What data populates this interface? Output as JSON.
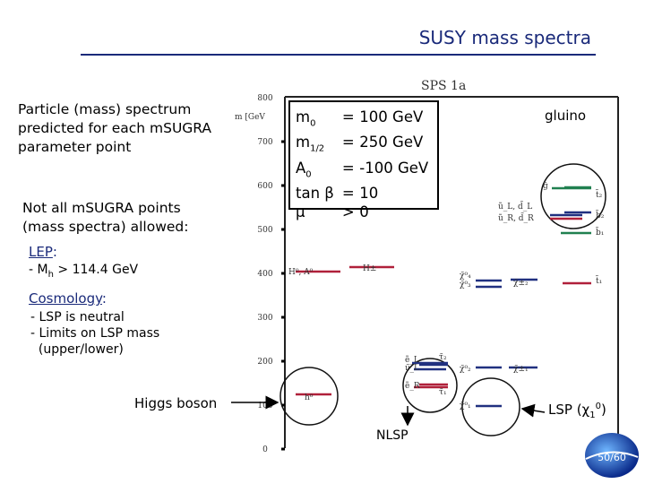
{
  "title": "SUSY mass spectra",
  "intro_text": "Particle (mass) spectrum\npredicted for each mSUGRA\nparameter point",
  "not_all_text": "Not all mSUGRA points\n(mass spectra) allowed:",
  "lep": {
    "heading": "LEP",
    "bullet": "- M",
    "bullet_sub": "h",
    "bullet_rest": " > 114.4 GeV"
  },
  "cosmology": {
    "heading": "Cosmology",
    "bullets": "- LSP is neutral\n- Limits on LSP mass\n  (upper/lower)"
  },
  "higgs_label": "Higgs boson",
  "plot": {
    "title": "SPS 1a",
    "unit_label": "m [GeV",
    "y_ticks": [
      "800",
      "700",
      "600",
      "500",
      "400",
      "300",
      "200",
      "100",
      "0"
    ],
    "params": [
      {
        "name": "m",
        "sub": "0",
        "eq": "=",
        "value": "100 GeV"
      },
      {
        "name": "m",
        "sub": "1/2",
        "eq": "=",
        "value": "250 GeV"
      },
      {
        "name": "A",
        "sub": "0",
        "eq": "=",
        "value": "-100 GeV"
      },
      {
        "name": "tan β",
        "sub": "",
        "eq": "=",
        "value": "10"
      },
      {
        "name": "μ",
        "sub": "",
        "eq": ">",
        "value": "0"
      }
    ],
    "gluino_label": "gluino",
    "lsp_label": "LSP (χ",
    "lsp_sub": "1",
    "lsp_sup": "0",
    "lsp_close": ")",
    "nlsp_label": "NLSP",
    "particle_labels": {
      "h0": "h⁰",
      "H0A0": "H⁰, A⁰",
      "Hpm": "H±",
      "eL": "ẽ_L",
      "nuL": "ν̃_L",
      "eR": "ẽ_R",
      "tau2": "τ̃₂",
      "tau1": "τ̃₁",
      "chi3": "χ̃⁰₃",
      "chi4": "χ̃⁰₄",
      "chi2pm": "χ̃±₂",
      "chi02": "χ̃⁰₂",
      "chi1pm": "χ̃±₁",
      "chi01": "χ̃⁰₁",
      "uL": "ũ_L, d̃_L",
      "uR": "ũ_R, d̃_R",
      "t2": "t̃₂",
      "b2": "b̃₂",
      "b1": "b̃₁",
      "t1": "t̃₁",
      "g": "g̃"
    },
    "colors": {
      "red": "#b0203a",
      "blue": "#203080",
      "green": "#208050",
      "frame": "#1a2a7a"
    }
  },
  "logo_text": "50/60"
}
